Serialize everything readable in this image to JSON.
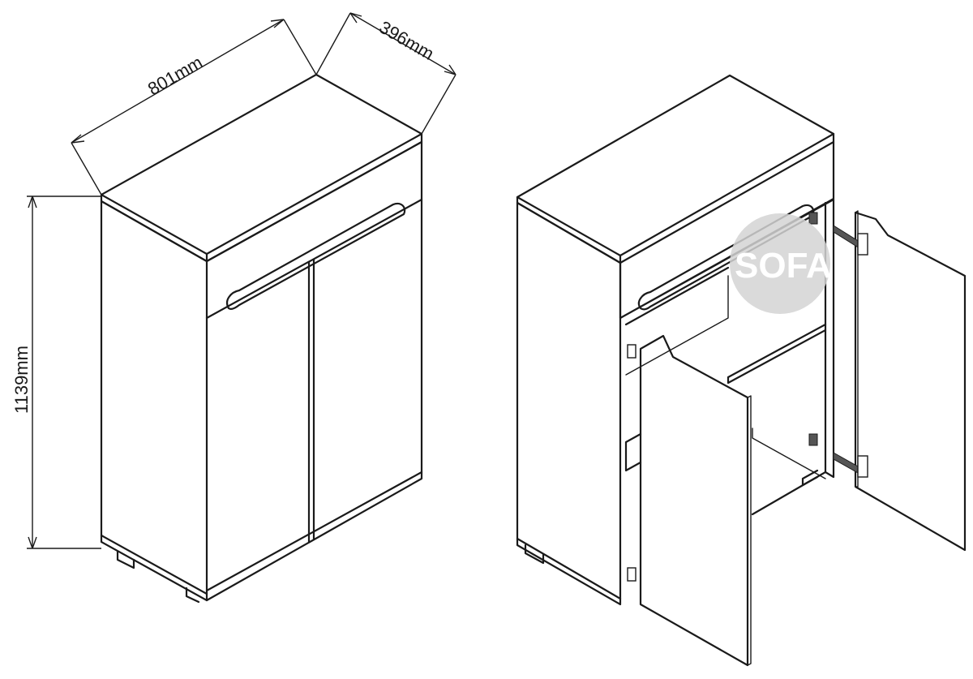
{
  "dimensions": {
    "width_label": "801mm",
    "depth_label": "396mm",
    "height_label": "1139mm"
  },
  "watermark": {
    "text": "SOFA",
    "color": "#d4d4d4"
  },
  "colors": {
    "line": "#1a1a1a",
    "background": "#ffffff"
  }
}
